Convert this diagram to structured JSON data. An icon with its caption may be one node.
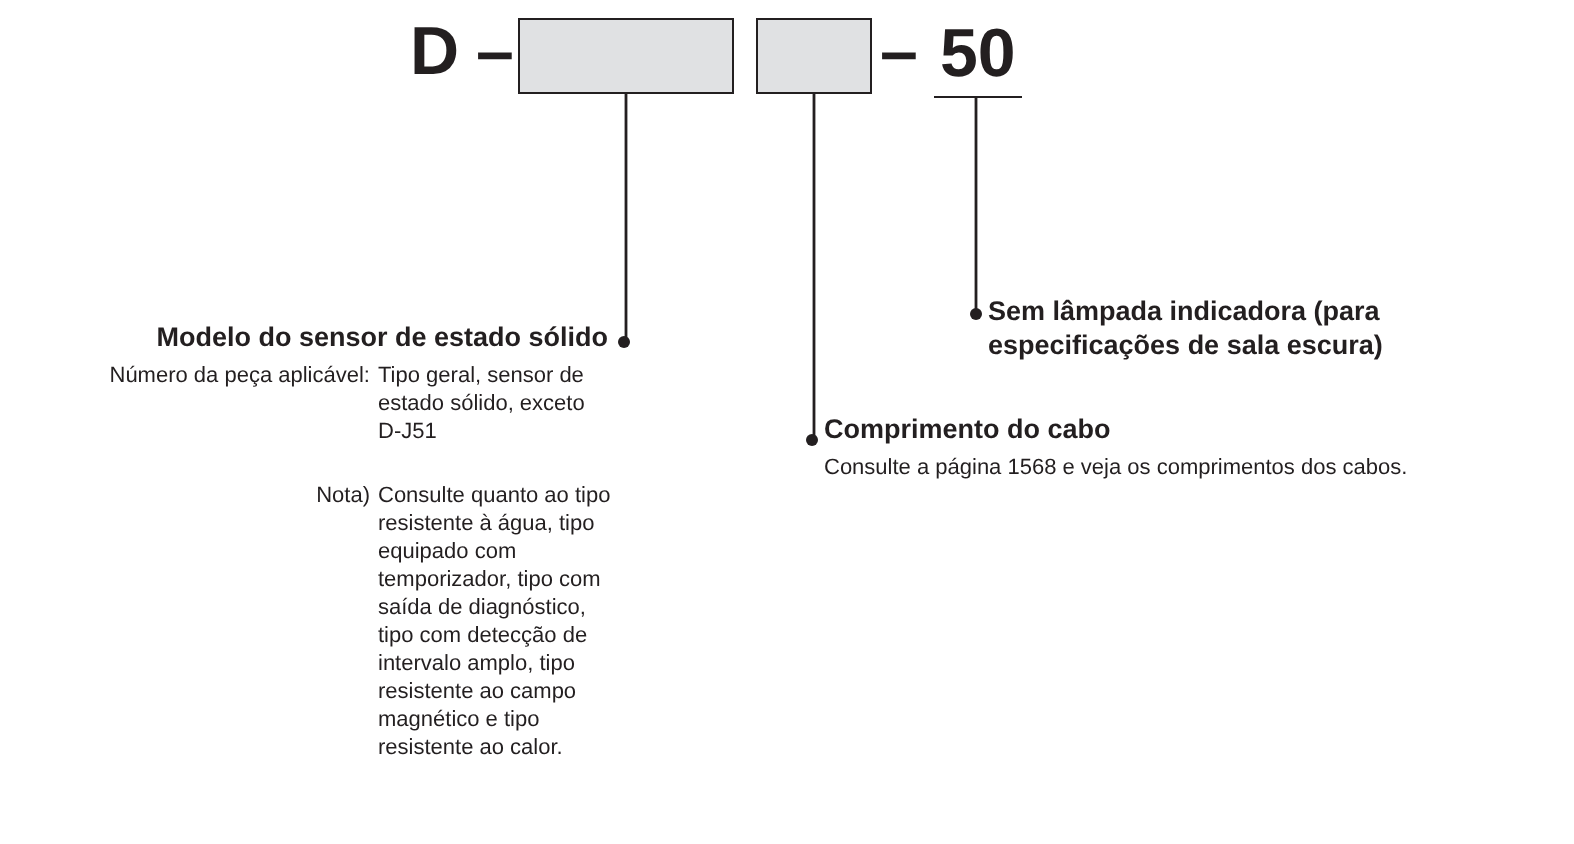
{
  "diagram": {
    "nodes": [
      {
        "text": [],
        "shape": "box"
      },
      {
        "text": [],
        "shape": "box"
      },
      {
        "text": [
          "50"
        ]
      },
      {
        "text": [
          "Modelo do sensor de estado sólido",
          "Número da peça aplicável:",
          "Tipo geral, sensor de estado sólido, exceto D-J51",
          "Nota)",
          "Consulte quanto ao tipo resistente à água, tipo equipado com temporizador, tipo com saída de diagnóstico, tipo com detecção de intervalo amplo, tipo resistente ao campo magnético e tipo resistente ao calor."
        ]
      },
      {
        "text": [
          "Comprimento do cabo",
          "Consulte a página 1568 e veja os comprimentos dos cabos."
        ]
      },
      {
        "text": [
          "Sem lâmpada indicadora (para especificações de sala escura)"
        ]
      }
    ],
    "edges": [
      {
        "from": 0,
        "to": 3,
        "arrow": "other"
      },
      {
        "from": 1,
        "to": 4,
        "arrow": "other"
      },
      {
        "from": 2,
        "to": 5,
        "arrow": "other"
      }
    ],
    "labels": [
      "D",
      "–",
      "–"
    ]
  }
}
